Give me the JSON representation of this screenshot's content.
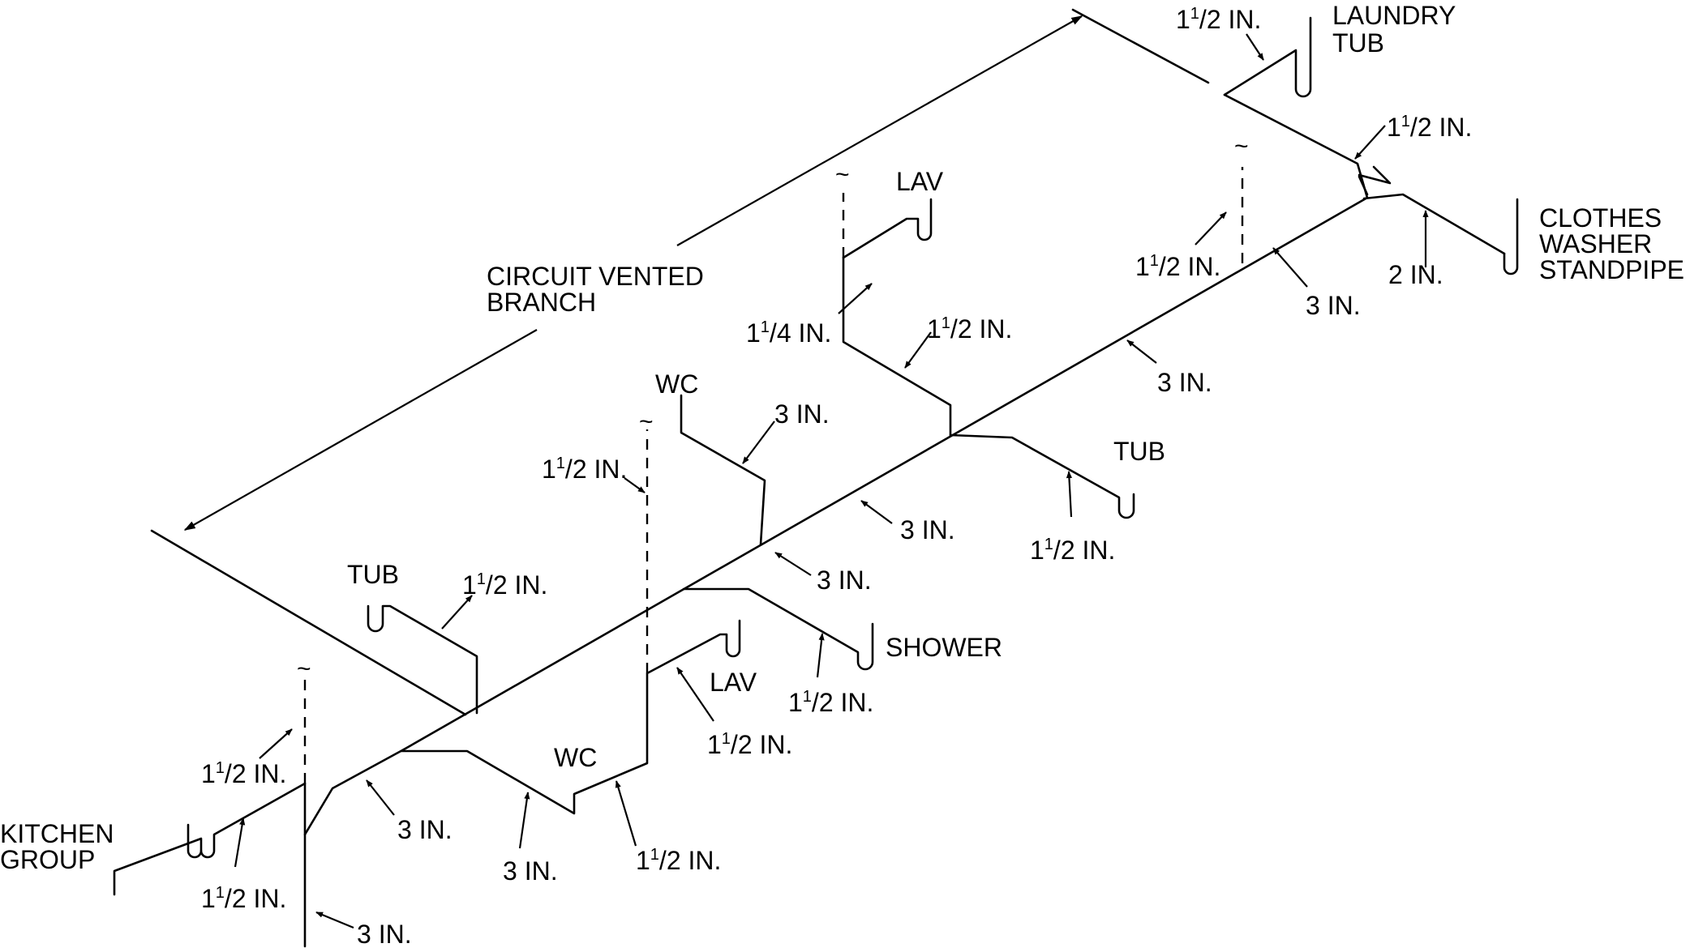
{
  "labels": {
    "circuit_vented": "CIRCUIT VENTED",
    "branch": "BRANCH",
    "laundry": "LAUNDRY",
    "tub_word": "TUB",
    "clothes": "CLOTHES",
    "washer": "WASHER",
    "standpipe": "STANDPIPE",
    "lav": "LAV",
    "wc": "WC",
    "tub": "TUB",
    "shower": "SHOWER",
    "kitchen": "KITCHEN",
    "group": "GROUP"
  },
  "sizes": {
    "one_half_whole": "1",
    "one_half_num": "1",
    "one_half_den": "/2 IN.",
    "one_quarter_den": "/4 IN.",
    "two": "2 IN.",
    "three": "3 IN."
  },
  "vent_symbol": "~",
  "colors": {
    "line": "#000000",
    "background": "#ffffff"
  }
}
